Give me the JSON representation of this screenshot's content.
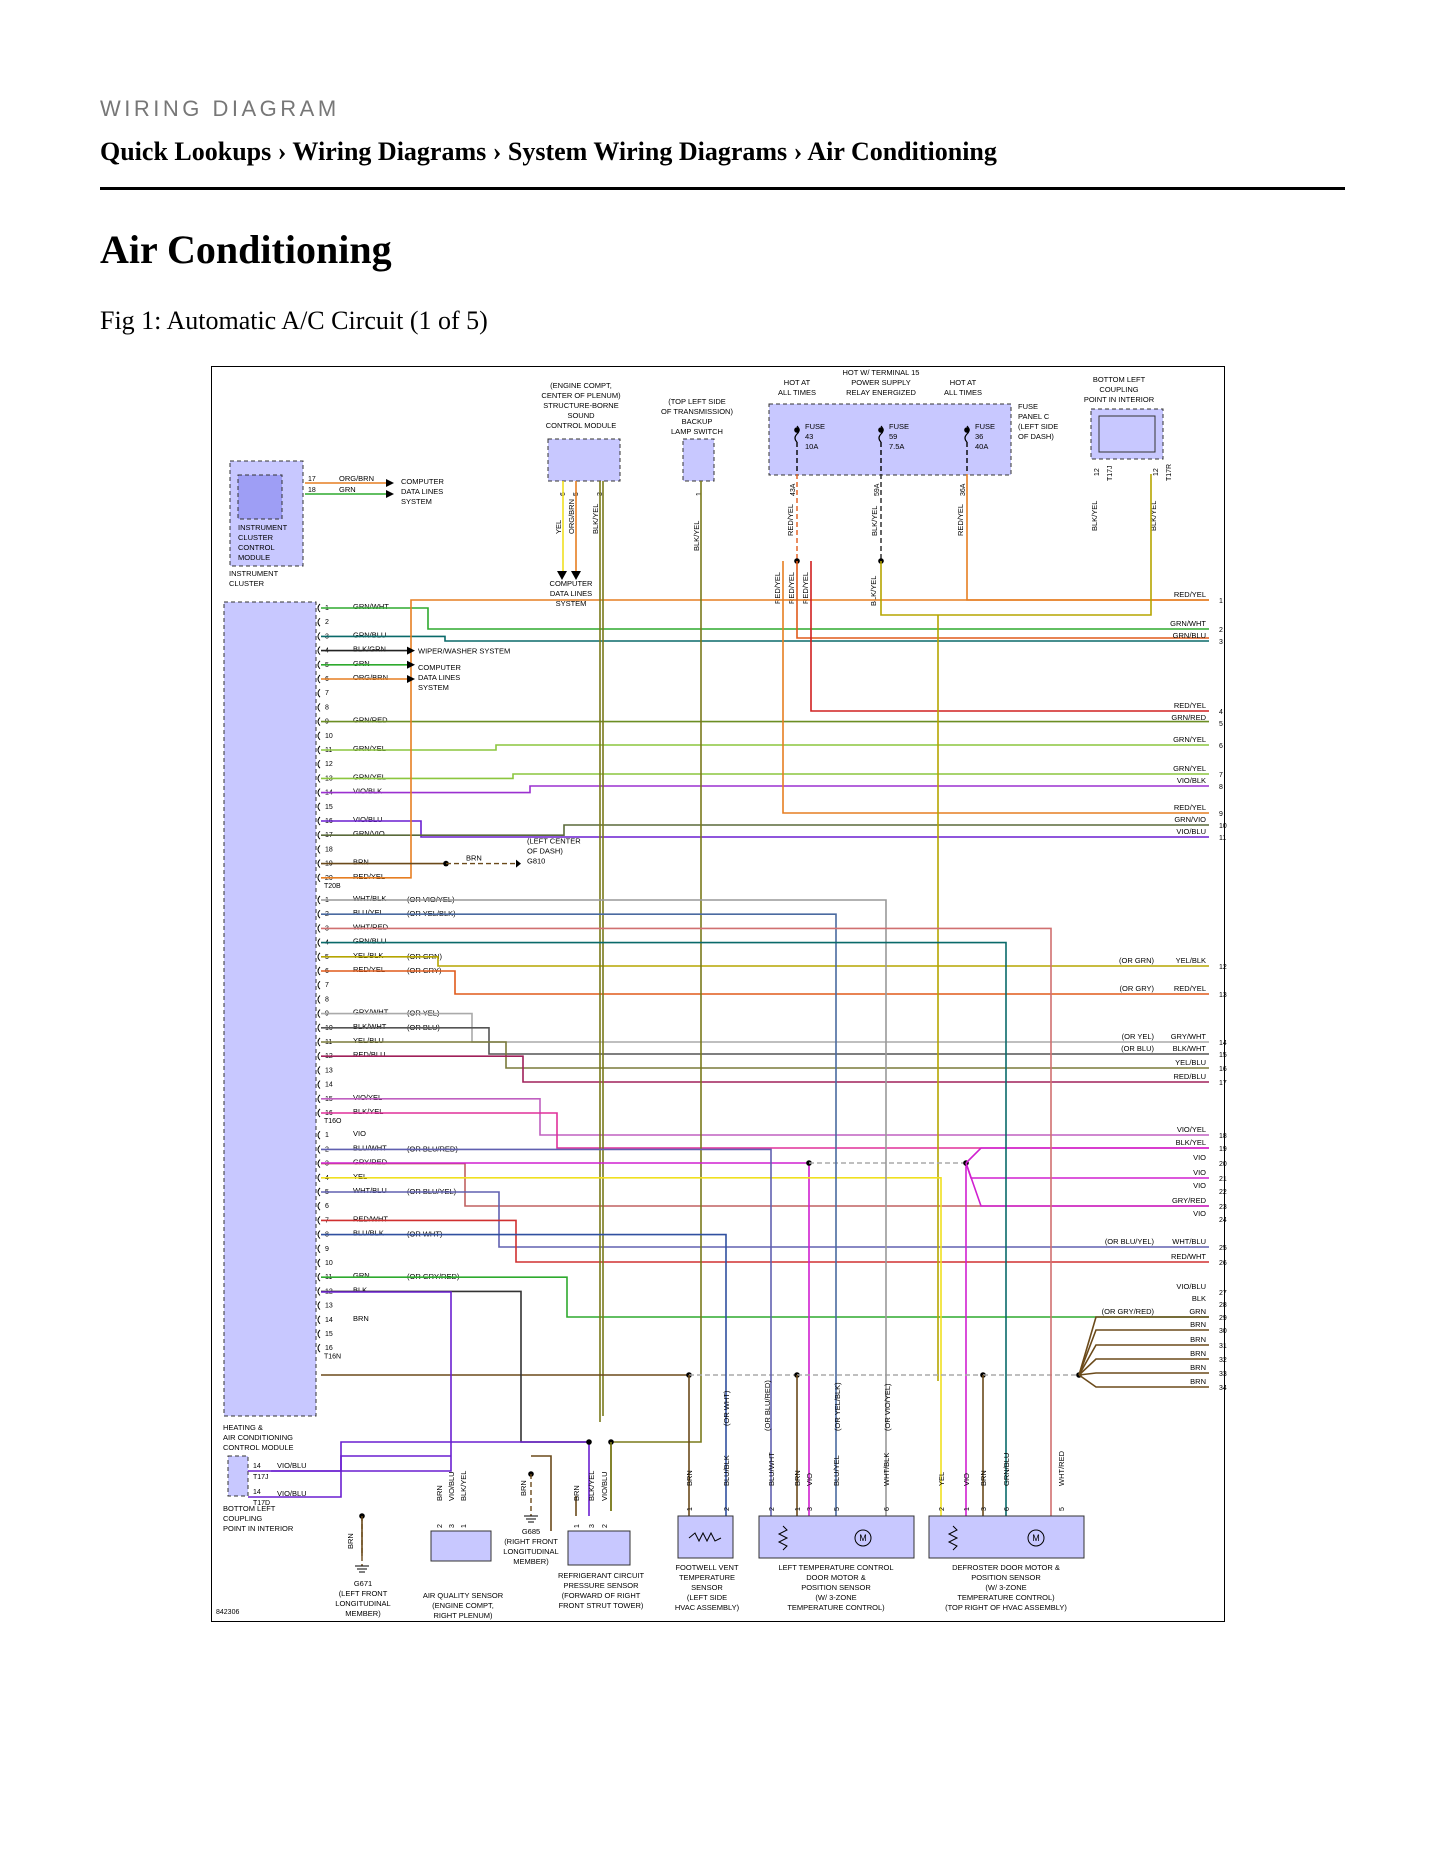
{
  "header": {
    "kicker": "WIRING DIAGRAM",
    "breadcrumb": "Quick Lookups › Wiring Diagrams › System Wiring Diagrams › Air Conditioning",
    "page_title": "Air Conditioning",
    "figure_caption": "Fig 1: Automatic A/C Circuit (1 of 5)"
  },
  "diagram": {
    "figure_id": "842306",
    "instrument_cluster": {
      "module_label": [
        "INSTRUMENT",
        "CLUSTER",
        "CONTROL",
        "MODULE"
      ],
      "unit_label": [
        "INSTRUMENT",
        "CLUSTER"
      ],
      "pins": [
        {
          "pin": "17",
          "wire": "ORG/BRN",
          "color": "#e67e22"
        },
        {
          "pin": "18",
          "wire": "GRN",
          "color": "#2eaa2e"
        }
      ],
      "destination": [
        "COMPUTER",
        "DATA LINES",
        "SYSTEM"
      ]
    },
    "sound_module": {
      "label": [
        "(ENGINE COMPT,",
        "CENTER OF PLENUM)",
        "STRUCTURE-BORNE",
        "SOUND",
        "CONTROL MODULE"
      ],
      "pins": [
        "6",
        "5",
        "3"
      ],
      "wires": [
        "YEL",
        "ORG/BRN",
        "BLK/YEL"
      ],
      "destination": [
        "COMPUTER",
        "DATA LINES",
        "SYSTEM"
      ]
    },
    "backup_switch": {
      "label": [
        "(TOP LEFT SIDE",
        "OF TRANSMISSION)",
        "BACKUP",
        "LAMP SWITCH"
      ],
      "pin": "1",
      "wire": "BLK/YEL"
    },
    "fuse_panel": {
      "label": [
        "FUSE",
        "PANEL C",
        "(LEFT SIDE",
        "OF DASH)"
      ],
      "top_labels": [
        [
          "HOT AT",
          "ALL TIMES"
        ],
        [
          "HOT W/ TERMINAL 15",
          "POWER SUPPLY",
          "RELAY ENERGIZED"
        ],
        [
          "HOT AT",
          "ALL TIMES"
        ]
      ],
      "fuses": [
        {
          "name": "FUSE",
          "number": "43",
          "rating": "10A",
          "pin": "43A",
          "wire": "RED/YEL"
        },
        {
          "name": "FUSE",
          "number": "59",
          "rating": "7.5A",
          "pin": "59A",
          "wire": "BLK/YEL"
        },
        {
          "name": "FUSE",
          "number": "36",
          "rating": "40A",
          "pin": "36A",
          "wire": "RED/YEL"
        }
      ],
      "splice_wires": [
        "RED/YEL",
        "RED/YEL",
        "RED/YEL"
      ],
      "lower_wire": "BLK/YEL"
    },
    "coupling_top": {
      "label": [
        "BOTTOM LEFT",
        "COUPLING",
        "POINT IN INTERIOR"
      ],
      "pins": [
        {
          "pin": "12",
          "conn": "T17J",
          "wire": "BLK/YEL"
        },
        {
          "pin": "12",
          "conn": "T17R",
          "wire": "BLK/YEL"
        }
      ]
    },
    "hvac_module": {
      "label": [
        "HEATING &",
        "AIR CONDITIONING",
        "CONTROL MODULE"
      ],
      "connectors": [
        {
          "id": "T20B",
          "pins": [
            {
              "pin": "1",
              "wire": "GRN/WHT",
              "color": "#2eaa2e"
            },
            {
              "pin": "2",
              "wire": "",
              "color": ""
            },
            {
              "pin": "3",
              "wire": "GRN/BLU",
              "color": "#0a6a6a"
            },
            {
              "pin": "4",
              "wire": "BLK/GRN",
              "color": "#222"
            },
            {
              "pin": "5",
              "wire": "GRN",
              "color": "#2eaa2e"
            },
            {
              "pin": "6",
              "wire": "ORG/BRN",
              "color": "#e67e22"
            },
            {
              "pin": "7",
              "wire": "",
              "color": ""
            },
            {
              "pin": "8",
              "wire": "",
              "color": ""
            },
            {
              "pin": "9",
              "wire": "GRN/RED",
              "color": "#6b8e23"
            },
            {
              "pin": "10",
              "wire": "",
              "color": ""
            },
            {
              "pin": "11",
              "wire": "GRN/YEL",
              "color": "#8cc63f"
            },
            {
              "pin": "12",
              "wire": "",
              "color": ""
            },
            {
              "pin": "13",
              "wire": "GRN/YEL",
              "color": "#8cc63f"
            },
            {
              "pin": "14",
              "wire": "VIO/BLK",
              "color": "#9b30d0"
            },
            {
              "pin": "15",
              "wire": "",
              "color": ""
            },
            {
              "pin": "16",
              "wire": "VIO/BLU",
              "color": "#6a1fd0"
            },
            {
              "pin": "17",
              "wire": "GRN/VIO",
              "color": "#5a6a3a"
            },
            {
              "pin": "18",
              "wire": "",
              "color": ""
            },
            {
              "pin": "19",
              "wire": "BRN",
              "color": "#6b4a1a"
            },
            {
              "pin": "20",
              "wire": "RED/YEL",
              "color": "#e67e22"
            }
          ]
        },
        {
          "id": "T20B",
          "pins": [
            {
              "pin": "1",
              "wire": "WHT/BLK",
              "note": "(OR VIO/YEL)",
              "color": "#888"
            },
            {
              "pin": "2",
              "wire": "BLU/YEL",
              "note": "(OR YEL/BLK)",
              "color": "#7a7a3a"
            },
            {
              "pin": "3",
              "wire": "WHT/RED",
              "note": "",
              "color": "#d07070"
            },
            {
              "pin": "4",
              "wire": "GRN/BLU",
              "note": "",
              "color": "#0a6a6a"
            },
            {
              "pin": "5",
              "wire": "YEL/BLK",
              "note": "(OR GRN)",
              "color": "#b5a500"
            },
            {
              "pin": "6",
              "wire": "RED/YEL",
              "note": "(OR GRY)",
              "color": "#e05a1a"
            },
            {
              "pin": "7",
              "wire": "",
              "note": "",
              "color": ""
            },
            {
              "pin": "8",
              "wire": "",
              "note": "",
              "color": ""
            },
            {
              "pin": "9",
              "wire": "GRY/WHT",
              "note": "(OR YEL)",
              "color": "#aaa"
            },
            {
              "pin": "10",
              "wire": "BLK/WHT",
              "note": "(OR BLU)",
              "color": "#555"
            },
            {
              "pin": "11",
              "wire": "YEL/BLU",
              "note": "",
              "color": "#7a7a3a"
            },
            {
              "pin": "12",
              "wire": "RED/BLU",
              "note": "",
              "color": "#a0205a"
            },
            {
              "pin": "13",
              "wire": "",
              "note": "",
              "color": ""
            },
            {
              "pin": "14",
              "wire": "",
              "note": "",
              "color": ""
            },
            {
              "pin": "15",
              "wire": "VIO/YEL",
              "note": "",
              "color": "#c060c0"
            },
            {
              "pin": "16",
              "wire": "BLK/YEL",
              "note": "",
              "color": "#e0309a"
            }
          ]
        },
        {
          "id": "T16O",
          "pins": [
            {
              "pin": "1",
              "wire": "VIO",
              "note": "",
              "color": "#d020d0"
            },
            {
              "pin": "2",
              "wire": "BLU/WHT",
              "note": "(OR BLU/RED)",
              "color": "#6060b0"
            },
            {
              "pin": "3",
              "wire": "GRY/RED",
              "note": "",
              "color": "#c06060"
            },
            {
              "pin": "4",
              "wire": "YEL",
              "note": "",
              "color": "#f0e020"
            },
            {
              "pin": "5",
              "wire": "WHT/BLU",
              "note": "(OR BLU/YEL)",
              "color": "#6060b0"
            },
            {
              "pin": "6",
              "wire": "",
              "note": "",
              "color": ""
            },
            {
              "pin": "7",
              "wire": "RED/WHT",
              "note": "",
              "color": "#d03030"
            },
            {
              "pin": "8",
              "wire": "BLU/BLK",
              "note": "(OR WHT)",
              "color": "#3050a0"
            },
            {
              "pin": "9",
              "wire": "",
              "note": "",
              "color": ""
            },
            {
              "pin": "10",
              "wire": "",
              "note": "",
              "color": ""
            },
            {
              "pin": "11",
              "wire": "GRN",
              "note": "(OR GRY/RED)",
              "color": "#2eaa2e"
            },
            {
              "pin": "12",
              "wire": "BLK",
              "note": "",
              "color": "#333"
            },
            {
              "pin": "13",
              "wire": "",
              "note": "",
              "color": ""
            },
            {
              "pin": "14",
              "wire": "BRN",
              "note": "",
              "color": "#6b4a1a"
            },
            {
              "pin": "15",
              "wire": "",
              "note": "",
              "color": ""
            },
            {
              "pin": "16",
              "wire": "",
              "note": "",
              "color": ""
            }
          ]
        }
      ],
      "last_connector": "T16N",
      "brn_wire_label": "BRN",
      "ground_label": [
        "(LEFT CENTER",
        "OF DASH)",
        "G810"
      ],
      "wiper_label": "WIPER/WASHER SYSTEM",
      "data_lines_label": [
        "COMPUTER",
        "DATA LINES",
        "SYSTEM"
      ]
    },
    "right_terminals": [
      {
        "n": "1",
        "wire": "RED/YEL",
        "note": ""
      },
      {
        "n": "2",
        "wire": "GRN/WHT",
        "note": ""
      },
      {
        "n": "3",
        "wire": "GRN/BLU",
        "note": ""
      },
      {
        "n": "4",
        "wire": "RED/YEL",
        "note": ""
      },
      {
        "n": "5",
        "wire": "GRN/RED",
        "note": ""
      },
      {
        "n": "6",
        "wire": "GRN/YEL",
        "note": ""
      },
      {
        "n": "7",
        "wire": "GRN/YEL",
        "note": ""
      },
      {
        "n": "8",
        "wire": "VIO/BLK",
        "note": ""
      },
      {
        "n": "9",
        "wire": "RED/YEL",
        "note": ""
      },
      {
        "n": "10",
        "wire": "GRN/VIO",
        "note": ""
      },
      {
        "n": "11",
        "wire": "VIO/BLU",
        "note": ""
      },
      {
        "n": "12",
        "wire": "YEL/BLK",
        "note": "(OR GRN)"
      },
      {
        "n": "13",
        "wire": "RED/YEL",
        "note": "(OR GRY)"
      },
      {
        "n": "14",
        "wire": "GRY/WHT",
        "note": "(OR YEL)"
      },
      {
        "n": "15",
        "wire": "BLK/WHT",
        "note": "(OR BLU)"
      },
      {
        "n": "16",
        "wire": "YEL/BLU",
        "note": ""
      },
      {
        "n": "17",
        "wire": "RED/BLU",
        "note": ""
      },
      {
        "n": "18",
        "wire": "VIO/YEL",
        "note": ""
      },
      {
        "n": "19",
        "wire": "BLK/YEL",
        "note": ""
      },
      {
        "n": "20",
        "wire": "VIO",
        "note": ""
      },
      {
        "n": "21",
        "wire": "VIO",
        "note": ""
      },
      {
        "n": "22",
        "wire": "VIO",
        "note": ""
      },
      {
        "n": "23",
        "wire": "GRY/RED",
        "note": ""
      },
      {
        "n": "24",
        "wire": "VIO",
        "note": ""
      },
      {
        "n": "25",
        "wire": "WHT/BLU",
        "note": "(OR BLU/YEL)"
      },
      {
        "n": "26",
        "wire": "RED/WHT",
        "note": ""
      },
      {
        "n": "27",
        "wire": "VIO/BLU",
        "note": ""
      },
      {
        "n": "28",
        "wire": "BLK",
        "note": ""
      },
      {
        "n": "29",
        "wire": "GRN",
        "note": "(OR GRY/RED)"
      },
      {
        "n": "30",
        "wire": "BRN",
        "note": ""
      },
      {
        "n": "31",
        "wire": "BRN",
        "note": ""
      },
      {
        "n": "32",
        "wire": "BRN",
        "note": ""
      },
      {
        "n": "33",
        "wire": "BRN",
        "note": ""
      },
      {
        "n": "34",
        "wire": "BRN",
        "note": ""
      }
    ],
    "coupling_bottom": {
      "label": [
        "BOTTOM LEFT",
        "COUPLING",
        "POINT IN INTERIOR"
      ],
      "pins": [
        {
          "pin": "14",
          "conn": "T17J",
          "wire": "VIO/BLU"
        },
        {
          "pin": "14",
          "conn": "T17D",
          "wire": "VIO/BLU"
        }
      ]
    },
    "bottom_components": [
      {
        "key": "g671",
        "label": [
          "G671",
          "(LEFT FRONT",
          "LONGITUDINAL",
          "MEMBER)"
        ],
        "wires": [
          "BRN"
        ],
        "pins": []
      },
      {
        "key": "air_quality",
        "label": [
          "AIR QUALITY SENSOR",
          "(ENGINE COMPT,",
          "RIGHT PLENUM)"
        ],
        "wires": [
          "BRN",
          "VIO/BLU",
          "BLK/YEL"
        ],
        "pins": [
          "2",
          "3",
          "1"
        ]
      },
      {
        "key": "g685",
        "label": [
          "G685",
          "(RIGHT FRONT",
          "LONGITUDINAL",
          "MEMBER)"
        ],
        "wires": [
          "BRN"
        ],
        "pins": []
      },
      {
        "key": "refrigerant",
        "label": [
          "REFRIGERANT CIRCUIT",
          "PRESSURE SENSOR",
          "(FORWARD OF RIGHT",
          "FRONT STRUT TOWER)"
        ],
        "wires": [
          "BRN",
          "BLK/YEL",
          "VIO/BLU"
        ],
        "pins": [
          "1",
          "3",
          "2"
        ]
      },
      {
        "key": "footwell",
        "label": [
          "FOOTWELL VENT",
          "TEMPERATURE",
          "SENSOR",
          "(LEFT SIDE",
          "HVAC ASSEMBLY)"
        ],
        "wires": [
          "BRN",
          "BLU/BLK"
        ],
        "notes": [
          "(OR WHT)"
        ],
        "pins": [
          "1",
          "2"
        ]
      },
      {
        "key": "left_temp",
        "label": [
          "LEFT TEMPERATURE CONTROL",
          "DOOR MOTOR &",
          "POSITION SENSOR",
          "(W/ 3-ZONE",
          "TEMPERATURE CONTROL)"
        ],
        "wires": [
          "BLU/WHT",
          "BRN",
          "VIO",
          "BLU/YEL",
          "WHT/BLK"
        ],
        "notes": [
          "(OR BLU/RED)",
          "(OR YEL/BLK)",
          "(OR VIO/YEL)"
        ],
        "pins": [
          "2",
          "1",
          "3",
          "5",
          "6"
        ]
      },
      {
        "key": "defroster",
        "label": [
          "DEFROSTER DOOR MOTOR &",
          "POSITION SENSOR",
          "(W/ 3-ZONE",
          "TEMPERATURE CONTROL)",
          "(TOP RIGHT OF HVAC ASSEMBLY)"
        ],
        "wires": [
          "YEL",
          "VIO",
          "BRN",
          "GRN/BLU",
          "WHT/RED"
        ],
        "pins": [
          "2",
          "1",
          "3",
          "6",
          "5"
        ]
      }
    ],
    "colors": {
      "component_fill": "#c8c8ff",
      "component_dark": "#9e9ef5",
      "border": "#000000"
    }
  }
}
